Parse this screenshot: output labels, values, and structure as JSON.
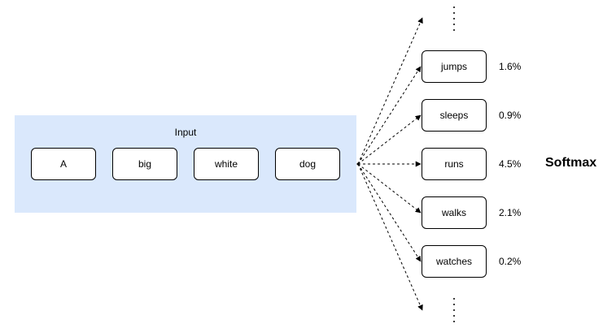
{
  "input": {
    "title": "Input",
    "tokens": [
      "A",
      "big",
      "white",
      "dog"
    ]
  },
  "outputs": [
    {
      "word": "jumps",
      "prob": "1.6%"
    },
    {
      "word": "sleeps",
      "prob": "0.9%"
    },
    {
      "word": "runs",
      "prob": "4.5%"
    },
    {
      "word": "walks",
      "prob": "2.1%"
    },
    {
      "word": "watches",
      "prob": "0.2%"
    }
  ],
  "softmax_label": "Softmax",
  "colors": {
    "input_panel": "#dae8fc",
    "node_border": "#000000",
    "arrow": "#000000"
  }
}
